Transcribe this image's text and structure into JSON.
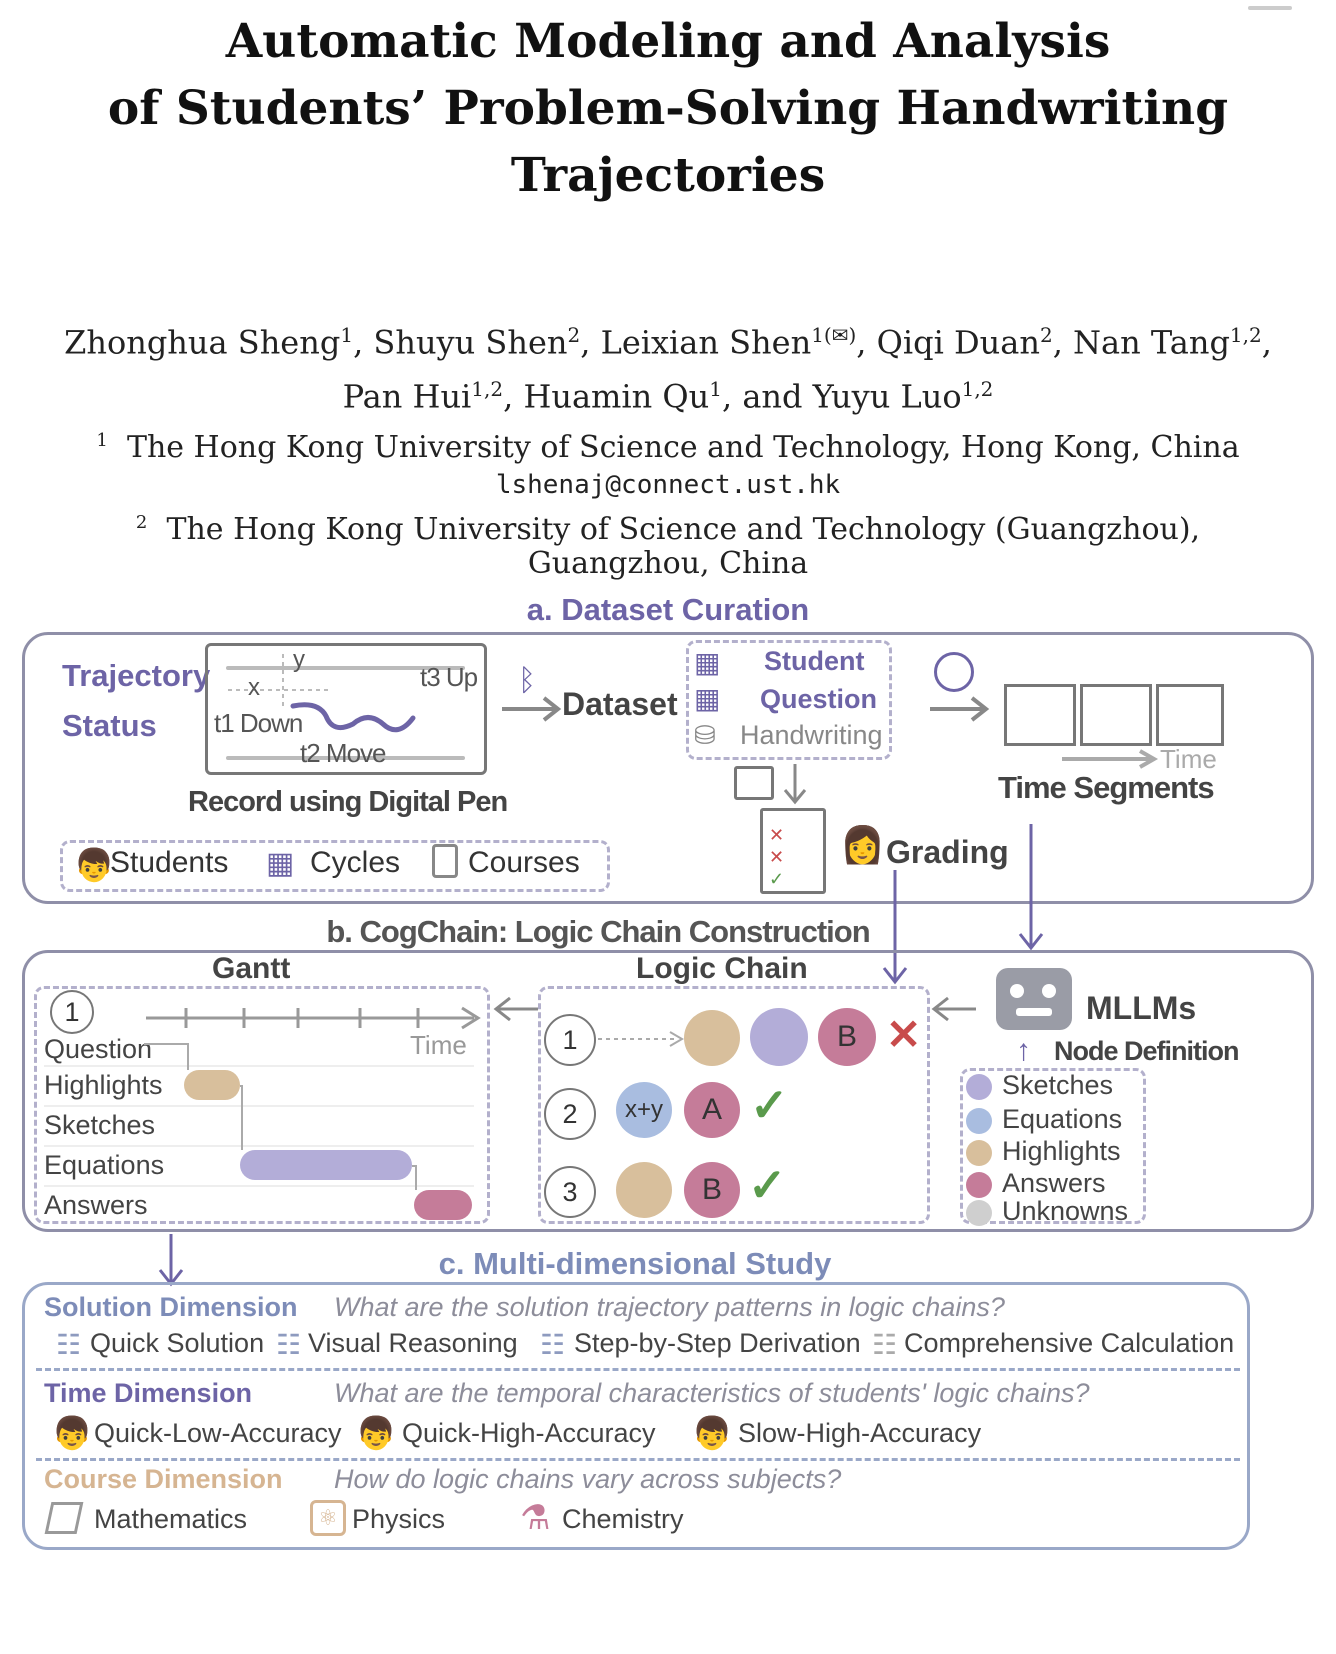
{
  "paper": {
    "title_lines": [
      "Automatic Modeling and Analysis",
      "of Students’ Problem-Solving Handwriting",
      "Trajectories"
    ],
    "authors_line1": [
      {
        "name": "Zhonghua Sheng",
        "sup": "1"
      },
      {
        "name": "Shuyu Shen",
        "sup": "2"
      },
      {
        "name": "Leixian Shen",
        "sup": "1(✉)"
      },
      {
        "name": "Qiqi Duan",
        "sup": "2"
      },
      {
        "name": "Nan Tang",
        "sup": "1,2"
      }
    ],
    "authors_line2": [
      {
        "name": "Pan Hui",
        "sup": "1,2"
      },
      {
        "name": "Huamin Qu",
        "sup": "1"
      },
      {
        "name": "and Yuyu Luo",
        "sup": "1,2"
      }
    ],
    "affil1_num": "1",
    "affil1": "The Hong Kong University of Science and Technology, Hong Kong, China",
    "email": "lshenaj@connect.ust.hk",
    "affil2_num": "2",
    "affil2_line1": "The Hong Kong University of Science and Technology (Guangzhou),",
    "affil2_line2": "Guangzhou, China"
  },
  "figure": {
    "a": {
      "heading": "a.  Dataset Curation",
      "trajectory": "Trajectory",
      "status": "Status",
      "pen": {
        "y": "y",
        "x": "x",
        "t3": "t3 Up",
        "t1": "t1 Down",
        "t2": "t2 Move"
      },
      "record": "Record using Digital Pen",
      "chips": [
        "Students",
        "Cycles",
        "Courses"
      ],
      "dataset": "Dataset",
      "db_items": [
        "Student",
        "Question",
        "Handwriting"
      ],
      "time_label": "Time",
      "time_segments": "Time Segments",
      "grading": "Grading"
    },
    "b": {
      "heading": "b. CogChain: Logic Chain Construction",
      "gantt_title": "Gantt",
      "gantt_index": "1",
      "gantt_time": "Time",
      "gantt_rows": [
        "Question",
        "Highlights",
        "Sketches",
        "Equations",
        "Answers"
      ],
      "logic_title": "Logic Chain",
      "chain_indices": [
        "1",
        "2",
        "3"
      ],
      "chain_glyphs": {
        "equation": "x+y",
        "answer": "B",
        "answer_a": "A"
      },
      "mllms": "MLLMs",
      "node_def": "Node Definition",
      "legend": [
        "Sketches",
        "Equations",
        "Highlights",
        "Answers",
        "Unknowns"
      ],
      "colors": {
        "highlight": "#d8bf9c",
        "sketch": "#b3add8",
        "equation": "#a9bde0",
        "answer": "#c57c99",
        "unknown": "#cfcfcf",
        "accent": "#6d64a6",
        "correct": "#5a9a4c",
        "wrong": "#c84b4b"
      }
    },
    "c": {
      "heading": "c. Multi-dimensional Study",
      "solution": {
        "label": "Solution Dimension",
        "question": "What are the solution trajectory patterns in logic chains?",
        "items": [
          "Quick Solution",
          "Visual Reasoning",
          "Step-by-Step Derivation",
          "Comprehensive Calculation"
        ]
      },
      "time": {
        "label": "Time Dimension",
        "question": "What are the temporal characteristics of students' logic chains?",
        "items": [
          "Quick-Low-Accuracy",
          "Quick-High-Accuracy",
          "Slow-High-Accuracy"
        ]
      },
      "course": {
        "label": "Course Dimension",
        "question": "How do logic chains vary across subjects?",
        "items": [
          "Mathematics",
          "Physics",
          "Chemistry"
        ]
      }
    }
  }
}
